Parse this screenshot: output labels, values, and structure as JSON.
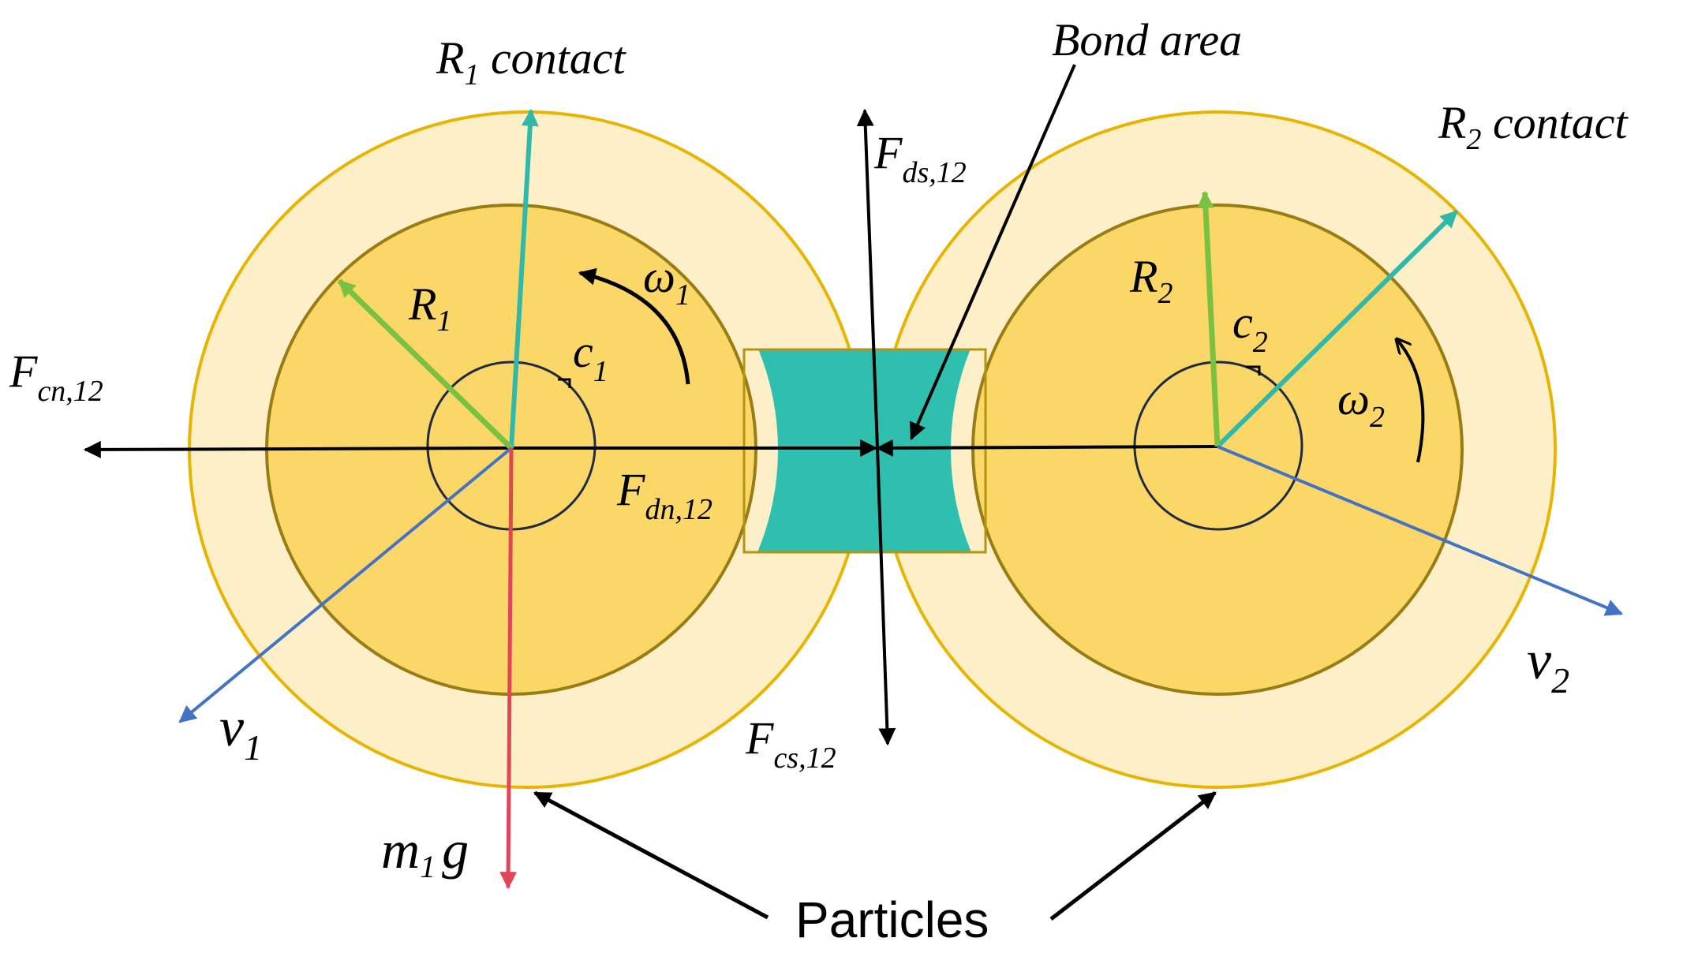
{
  "colors": {
    "outer_fill": "#fdf0c9",
    "outer_stroke": "#e8b400",
    "inner_fill": "#fad766",
    "inner_stroke": "#9a7c14",
    "bond_fill": "#2fbfaf",
    "bond_frame": "#b8930f",
    "contact_arrow": "#30b9aa",
    "radius_arrow": "#7ac142",
    "velocity_arrow": "#4472c4",
    "gravity_arrow": "#e04558",
    "force_arrow": "#000000",
    "centroid_circle": "#1f2a44"
  },
  "labels": {
    "r1_contact": {
      "main": "R",
      "sub": "1",
      "tail": " contact"
    },
    "r2_contact": {
      "main": "R",
      "sub": "2",
      "tail": " contact"
    },
    "bond_area": "Bond area",
    "f_ds": {
      "main": "F",
      "sub": "ds,12"
    },
    "f_cn": {
      "main": "F",
      "sub": "cn,12"
    },
    "f_dn": {
      "main": "F",
      "sub": "dn,12"
    },
    "f_cs": {
      "main": "F",
      "sub": "cs,12"
    },
    "r1": {
      "main": "R",
      "sub": "1"
    },
    "r2": {
      "main": "R",
      "sub": "2"
    },
    "c1": {
      "main": "c",
      "sub": "1"
    },
    "c2": {
      "main": "c",
      "sub": "2"
    },
    "omega1": {
      "main": "ω",
      "sub": "1"
    },
    "omega2": {
      "main": "ω",
      "sub": "2"
    },
    "v1": {
      "main": "v",
      "sub": "1"
    },
    "v2": {
      "main": "v",
      "sub": "2"
    },
    "m1g": {
      "main": "m",
      "sub": "1",
      "tail": "g"
    },
    "particles": "Particles"
  }
}
